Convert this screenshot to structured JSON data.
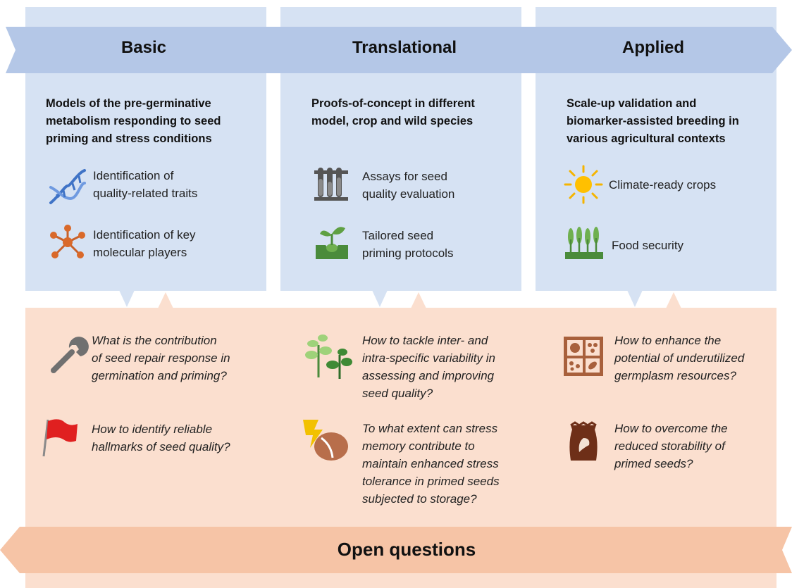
{
  "stages": [
    {
      "title": "Basic",
      "heading": [
        "Models of the pre-germinative",
        "metabolism responding to seed",
        "priming and stress conditions"
      ],
      "items": [
        {
          "icon": "dna-icon",
          "lines": [
            "Identification of",
            "quality-related traits"
          ]
        },
        {
          "icon": "molecular-network-icon",
          "lines": [
            "Identification of key",
            "molecular players"
          ]
        }
      ]
    },
    {
      "title": "Translational",
      "heading": [
        "Proofs-of-concept in different",
        "model, crop and wild species"
      ],
      "items": [
        {
          "icon": "test-tubes-icon",
          "lines": [
            "Assays for seed",
            "quality evaluation"
          ]
        },
        {
          "icon": "sprouting-seed-icon",
          "lines": [
            "Tailored seed",
            "priming protocols"
          ]
        }
      ]
    },
    {
      "title": "Applied",
      "heading": [
        "Scale-up validation and",
        "biomarker-assisted breeding in",
        "various agricultural contexts"
      ],
      "items": [
        {
          "icon": "sun-icon",
          "lines": [
            "Climate-ready crops"
          ]
        },
        {
          "icon": "wheat-field-icon",
          "lines": [
            "Food security"
          ]
        }
      ]
    }
  ],
  "open_questions": {
    "title": "Open questions",
    "questions": [
      {
        "icon": "wrench-icon",
        "lines": [
          "What is the contribution",
          "of seed repair response in",
          "germination and priming?"
        ]
      },
      {
        "icon": "red-flag-icon",
        "lines": [
          "How to identify reliable",
          "hallmarks of seed quality?"
        ]
      },
      {
        "icon": "plants-icon",
        "lines": [
          "How to tackle inter- and",
          "intra-specific variability in",
          "assessing and improving",
          "seed quality?"
        ]
      },
      {
        "icon": "stressed-seed-icon",
        "lines": [
          "To what extent can stress",
          "memory contribute to",
          "maintain enhanced stress",
          "tolerance in primed seeds",
          "subjected to storage?"
        ]
      },
      {
        "icon": "germplasm-box-icon",
        "lines": [
          "How to enhance the",
          "potential of underutilized",
          "germplasm resources?"
        ]
      },
      {
        "icon": "seed-bag-icon",
        "lines": [
          "How to overcome the",
          "reduced storability of",
          "primed seeds?"
        ]
      }
    ]
  },
  "colors": {
    "blue_panel": "#d6e2f3",
    "blue_band": "#b4c7e7",
    "peach_panel": "#fbdfcf",
    "peach_band": "#f6c4a6"
  }
}
